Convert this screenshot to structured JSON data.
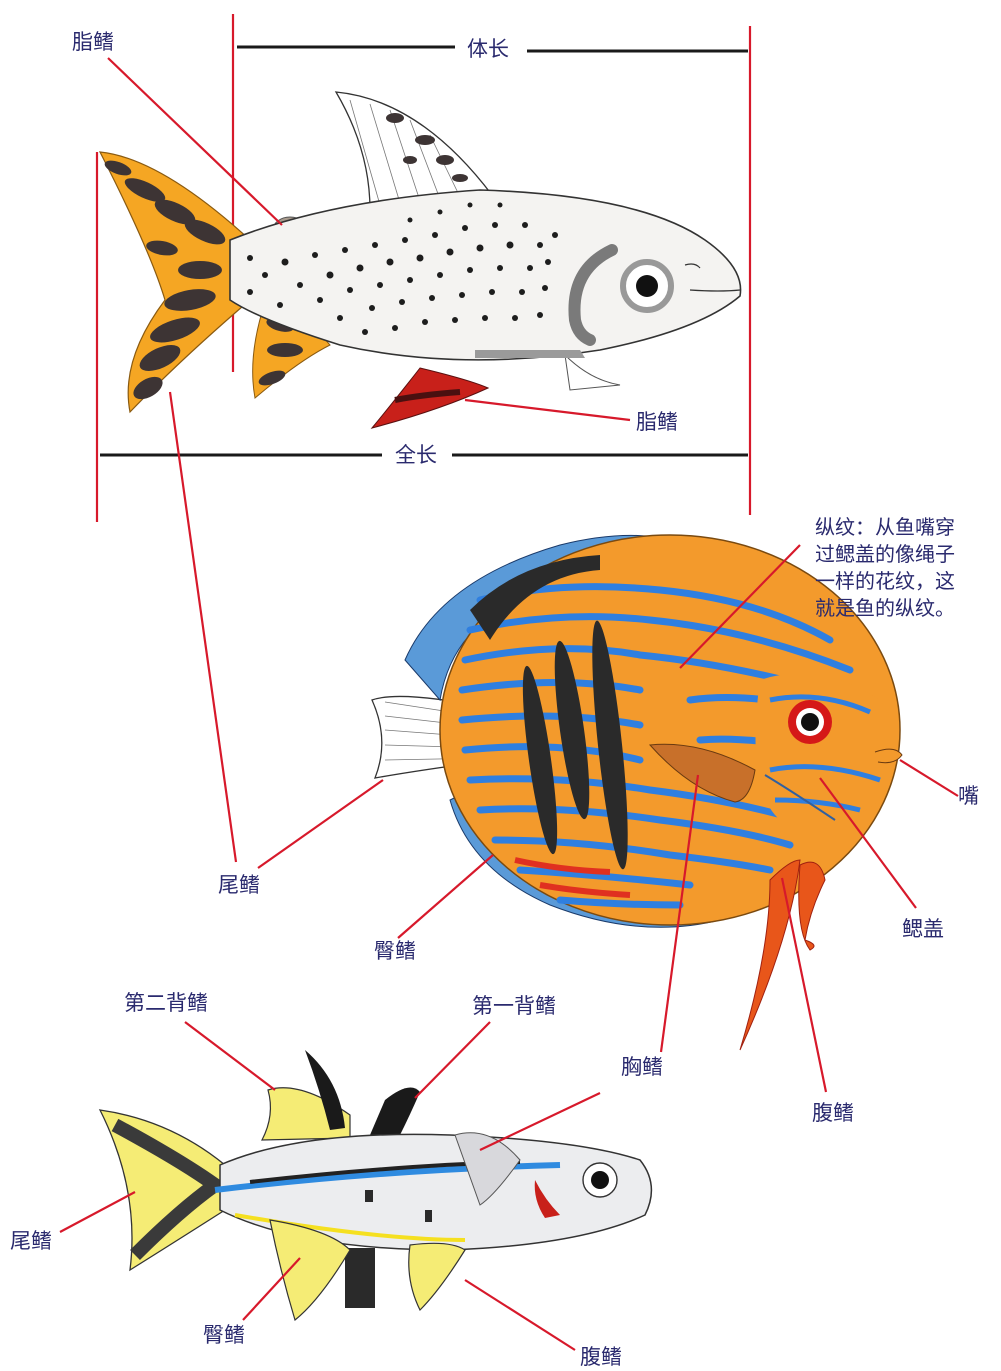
{
  "colors": {
    "label_text": "#2a2a6e",
    "leader_line": "#d7192b",
    "measure_line": "#1a1a1a",
    "tiger_tail": "#f5a623",
    "tiger_red_fin": "#c8201a",
    "discus_body": "#f39a2c",
    "discus_stripe": "#2f7fe0",
    "rainbow_yellow": "#f5ec75",
    "rainbow_blue": "#2f8be0"
  },
  "labels": {
    "top_adipose_fin": "脂鳍",
    "body_length": "体长",
    "bottom_adipose_fin": "脂鳍",
    "total_length": "全长",
    "tail_fin_1": "尾鳍",
    "anal_fin_1": "臀鳍",
    "mouth": "嘴",
    "gill_cover": "鳃盖",
    "pectoral_fin": "胸鳍",
    "ventral_fin_1": "腹鳍",
    "second_dorsal": "第二背鳍",
    "first_dorsal": "第一背鳍",
    "tail_fin_2": "尾鳍",
    "anal_fin_2": "臀鳍",
    "ventral_fin_2": "腹鳍"
  },
  "stripe_note": [
    "纵纹：从鱼嘴穿",
    "过鳃盖的像绳子",
    "一样的花纹，这",
    "就是鱼的纵纹。"
  ],
  "icons": {
    "fish_1": "tiger-barb-fish-icon",
    "fish_2": "discus-fish-icon",
    "fish_3": "rainbowfish-icon"
  }
}
